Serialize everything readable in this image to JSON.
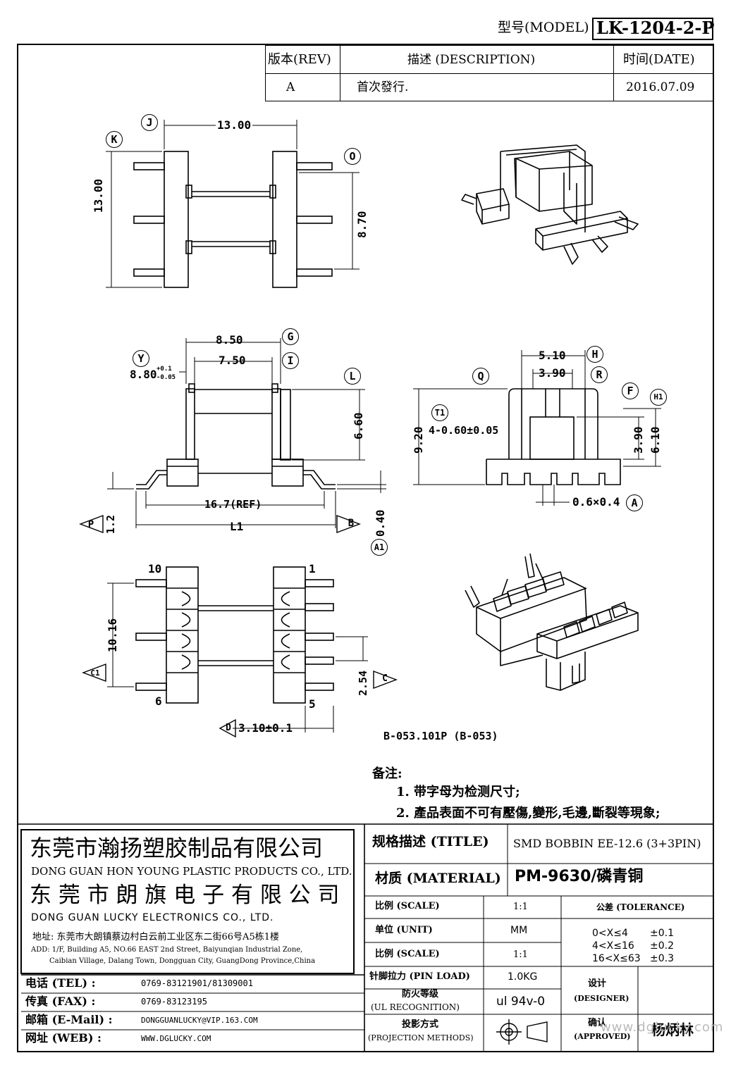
{
  "header": {
    "model_label": "型号(MODEL)",
    "model_value": "LK-1204-2-P"
  },
  "revision": {
    "col_rev": "版本(REV)",
    "col_desc": "描述 (DESCRIPTION)",
    "col_date": "时间(DATE)",
    "rev": "A",
    "desc": "首次發行.",
    "date": "2016.07.09"
  },
  "drawing": {
    "top_view": {
      "label_j": "J",
      "dim_width": "13.00",
      "label_k": "K",
      "dim_height": "13.00",
      "label_o": "O",
      "dim_o": "8.70"
    },
    "side_view": {
      "dim_850": "8.50",
      "label_g": "G",
      "label_y": "Y",
      "dim_880": "8.80",
      "tol_880_up": "+0.1",
      "tol_880_dn": "-0.05",
      "dim_750": "7.50",
      "label_i": "I",
      "label_l": "L",
      "dim_660": "6.60",
      "dim_ref": "16.7(REF)",
      "label_p": "P",
      "dim_12": "1.2",
      "dim_l1": "L1",
      "label_b": "B",
      "dim_040": "0.40",
      "label_a1": "A1"
    },
    "end_view": {
      "label_q": "Q",
      "dim_510": "5.10",
      "label_h": "H",
      "dim_390": "3.90",
      "label_r": "R",
      "label_f": "F",
      "label_h1": "H1",
      "label_t1": "T1",
      "dim_t1": "4-0.60±0.05",
      "dim_920": "9.20",
      "dim_390v": "3.90",
      "dim_610": "6.10",
      "dim_pin": "0.6×0.4",
      "label_a": "A"
    },
    "bottom_view": {
      "pin10": "10",
      "pin1": "1",
      "pin6": "6",
      "pin5": "5",
      "dim_1016": "10.16",
      "label_c1": "C1",
      "dim_254": "2.54",
      "label_c": "C",
      "label_d": "D",
      "dim_d": "3.10±0.1"
    },
    "part_no": "B-053.101P   (B-053)"
  },
  "notes": {
    "title": "备注:",
    "items": [
      "1. 带字母为检测尺寸;",
      "2. 產品表面不可有壓傷,變形,毛邊,斷裂等現象;"
    ]
  },
  "company": {
    "cn1": "东莞市瀚扬塑胶制品有限公司",
    "en1": "DONG GUAN HON YOUNG PLASTIC PRODUCTS CO., LTD.",
    "cn2": "东 莞 市 朗 旗 电 子 有 限 公 司",
    "en2": "DONG GUAN LUCKY ELECTRONICS CO., LTD.",
    "addr_cn": "地址: 东莞市大朗镇蔡边村白云前工业区东二街66号A5栋1楼",
    "addr_en1": "ADD: 1/F, Building A5, NO.66 EAST 2nd Street, Baiyunqian Industrial Zone,",
    "addr_en2": "Caibian Village, Dalang Town, Dongguan City, GuangDong Province,China"
  },
  "contact": [
    {
      "label": "电话 (TEL) :",
      "value": "0769-83121901/81309001"
    },
    {
      "label": "传真 (FAX) :",
      "value": "0769-83123195"
    },
    {
      "label": "邮箱 (E-Mail) :",
      "value": "DONGGUANLUCKY@VIP.163.COM"
    },
    {
      "label": "网址 (WEB) :",
      "value": "WWW.DGLUCKY.COM"
    }
  ],
  "spec": {
    "title_label": "规格描述 (TITLE)",
    "title_value": "SMD BOBBIN EE-12.6 (3+3PIN)",
    "material_label": "材质 (MATERIAL)",
    "material_value": "PM-9630/磷青铜",
    "scale_label": "比例 (SCALE)",
    "scale_value": "1:1",
    "unit_label": "单位 (UNIT)",
    "unit_value": "MM",
    "scale2_label": "比例 (SCALE)",
    "scale2_value": "1:1",
    "pinload_label": "针脚拉力 (PIN LOAD)",
    "pinload_value": "1.0KG",
    "ul_label1": "防火等级",
    "ul_label2": "(UL RECOGNITION)",
    "ul_value": "ul 94v-0",
    "proj_label1": "投影方式",
    "proj_label2": "(PROJECTION METHODS)",
    "tol_title": "公差 (TOLERANCE)",
    "tol": [
      {
        "range": "0<X≤4",
        "val": "±0.1"
      },
      {
        "range": "4<X≤16",
        "val": "±0.2"
      },
      {
        "range": "16<X≤63",
        "val": "±0.3"
      }
    ],
    "designer_label1": "设计",
    "designer_label2": "(DESIGNER)",
    "approved_label1": "确认",
    "approved_label2": "(APPROVED)",
    "approved_value": "杨炳林"
  },
  "watermark": "www.dglucky.com"
}
